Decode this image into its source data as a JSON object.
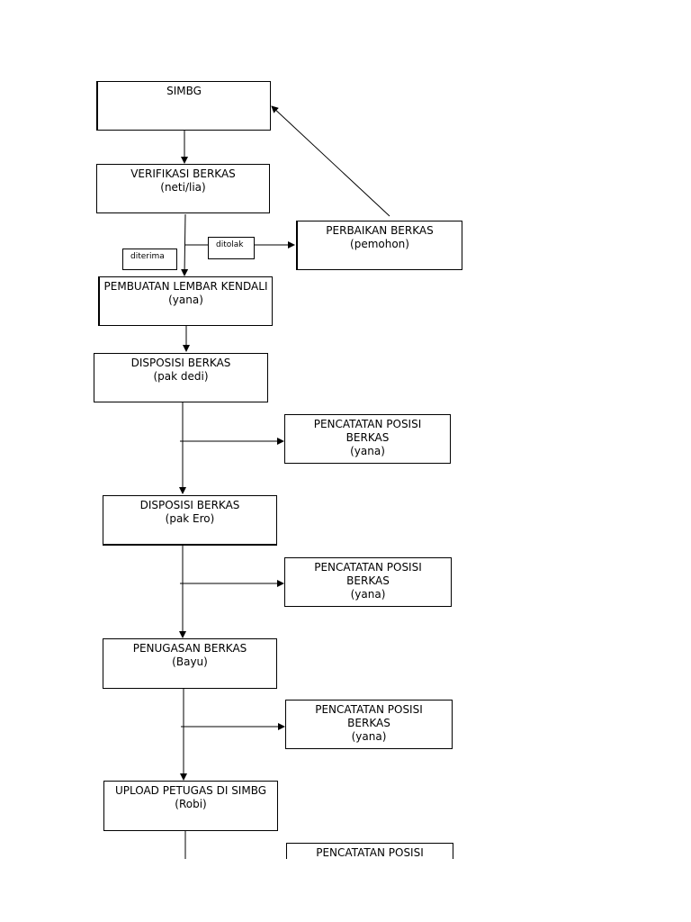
{
  "nodes": {
    "simbg": {
      "lines": [
        "SIMBG"
      ]
    },
    "verifikasi": {
      "lines": [
        "VERIFIKASI BERKAS",
        "(neti/lia)"
      ]
    },
    "perbaikan": {
      "lines": [
        "PERBAIKAN BERKAS",
        "(pemohon)"
      ]
    },
    "pembuatan": {
      "lines": [
        "PEMBUATAN LEMBAR KENDALI",
        "(yana)"
      ]
    },
    "disposisi1": {
      "lines": [
        "DISPOSISI BERKAS",
        "(pak dedi)"
      ]
    },
    "pencatatan1": {
      "lines": [
        "PENCATATAN POSISI",
        "BERKAS",
        "(yana)"
      ]
    },
    "disposisi2": {
      "lines": [
        "DISPOSISI BERKAS",
        "(pak Ero)"
      ]
    },
    "pencatatan2": {
      "lines": [
        "PENCATATAN POSISI",
        "BERKAS",
        "(yana)"
      ]
    },
    "penugasan": {
      "lines": [
        "PENUGASAN BERKAS",
        "(Bayu)"
      ]
    },
    "pencatatan3": {
      "lines": [
        "PENCATATAN POSISI",
        "BERKAS",
        "(yana)"
      ]
    },
    "upload": {
      "lines": [
        "UPLOAD PETUGAS DI SIMBG",
        "(Robi)"
      ]
    },
    "pencatatan4": {
      "lines": [
        "PENCATATAN POSISI"
      ]
    }
  },
  "labels": {
    "diterima": "diterima",
    "ditolak": "ditolak"
  },
  "colors": {
    "stroke": "#000000",
    "background": "#ffffff"
  }
}
